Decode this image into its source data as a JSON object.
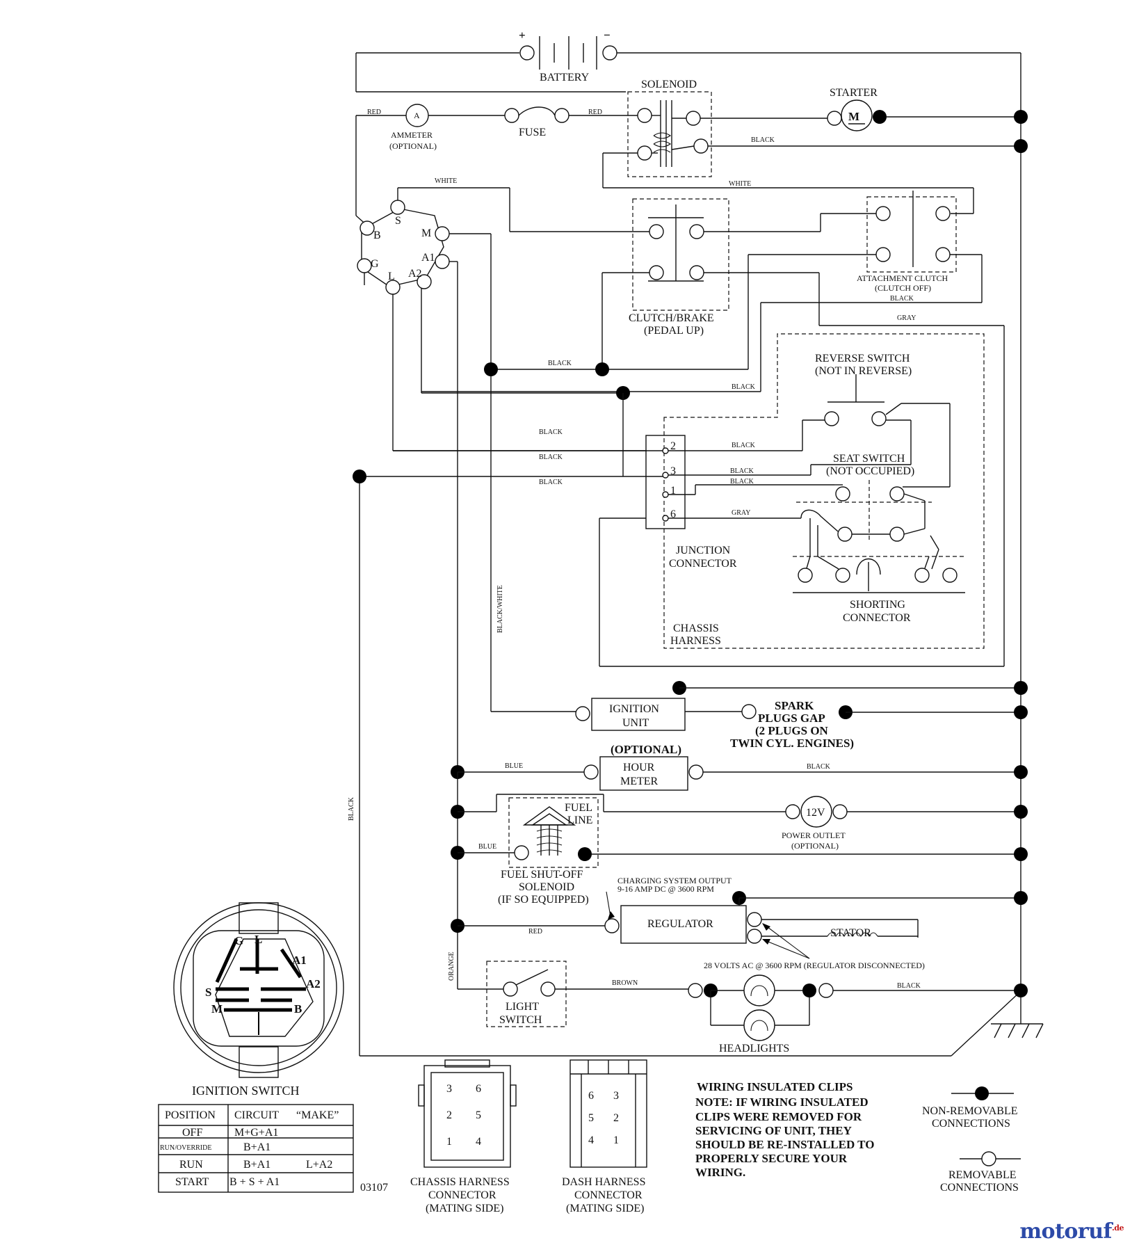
{
  "labels": {
    "battery": "BATTERY",
    "battery_pos": "+",
    "battery_neg": "−",
    "solenoid": "SOLENOID",
    "starter": "STARTER",
    "starter_m": "M",
    "ammeter_a": "A",
    "ammeter_1": "AMMETER",
    "ammeter_2": "(OPTIONAL)",
    "fuse": "FUSE",
    "clutch_1": "CLUTCH/BRAKE",
    "clutch_2": "(PEDAL UP)",
    "attach_1": "ATTACHMENT CLUTCH",
    "attach_2": "(CLUTCH OFF)",
    "reverse_1": "REVERSE SWITCH",
    "reverse_2": "(NOT IN REVERSE)",
    "seat_1": "SEAT SWITCH",
    "seat_2": "(NOT OCCUPIED)",
    "junction_1": "JUNCTION",
    "junction_2": "CONNECTOR",
    "shorting_1": "SHORTING",
    "shorting_2": "CONNECTOR",
    "chassis_1": "CHASSIS",
    "chassis_2": "HARNESS",
    "ignition_1": "IGNITION",
    "ignition_2": "UNIT",
    "spark_1": "SPARK",
    "spark_2": "PLUGS GAP",
    "spark_3": "(2 PLUGS ON",
    "spark_4": "TWIN CYL. ENGINES)",
    "optional": "(OPTIONAL)",
    "hour_1": "HOUR",
    "hour_2": "METER",
    "fuel_line_1": "FUEL",
    "fuel_line_2": "LINE",
    "power_12v": "12V",
    "power_1": "POWER OUTLET",
    "power_2": "(OPTIONAL)",
    "fuel_sol_1": "FUEL SHUT-OFF",
    "fuel_sol_2": "SOLENOID",
    "fuel_sol_3": "(IF SO EQUIPPED)",
    "charging_1": "CHARGING SYSTEM OUTPUT",
    "charging_2": "9-16 AMP DC @ 3600 RPM",
    "regulator": "REGULATOR",
    "stator": "STATOR",
    "volts": "28 VOLTS AC @ 3600 RPM (REGULATOR DISCONNECTED)",
    "light_1": "LIGHT",
    "light_2": "SWITCH",
    "headlights": "HEADLIGHTS",
    "ign_switch": "IGNITION SWITCH",
    "code": "03107",
    "chassis_conn_1": "CHASSIS HARNESS",
    "chassis_conn_2": "CONNECTOR",
    "chassis_conn_3": "(MATING SIDE)",
    "dash_conn_1": "DASH HARNESS",
    "dash_conn_2": "CONNECTOR",
    "dash_conn_3": "(MATING SIDE)",
    "clips_title": "WIRING INSULATED CLIPS",
    "clips_1": "NOTE:  IF WIRING INSULATED",
    "clips_2": "CLIPS WERE REMOVED FOR",
    "clips_3": "SERVICING OF UNIT, THEY",
    "clips_4": "SHOULD BE RE-INSTALLED TO",
    "clips_5": "PROPERLY SECURE YOUR",
    "clips_6": " WIRING.",
    "nonrem_1": "NON-REMOVABLE",
    "nonrem_2": "CONNECTIONS",
    "rem_1": "REMOVABLE",
    "rem_2": "CONNECTIONS",
    "logo": "motoruf",
    "logo_tld": ".de"
  },
  "ignition_terminals": [
    "S",
    "B",
    "M",
    "A1",
    "G",
    "L",
    "A2"
  ],
  "switch_face": [
    "G",
    "L",
    "A1",
    "S",
    "A2",
    "M",
    "B"
  ],
  "junction_pins": [
    "2",
    "3",
    "1",
    "6"
  ],
  "chassis_pins": [
    "3",
    "6",
    "2",
    "5",
    "1",
    "4"
  ],
  "dash_pins": [
    "6",
    "3",
    "5",
    "2",
    "4",
    "1"
  ],
  "wires": {
    "red1": "RED",
    "red2": "RED",
    "red3": "RED",
    "black_sol": "BLACK",
    "white1": "WHITE",
    "white2": "WHITE",
    "black_clutch": "BLACK",
    "gray1": "GRAY",
    "black_attach": "BLACK",
    "black_rev": "BLACK",
    "black_j1": "BLACK",
    "black_j2": "BLACK",
    "black_j3": "BLACK",
    "black_p2": "BLACK",
    "black_p3": "BLACK",
    "black_p1": "BLACK",
    "gray_p6": "GRAY",
    "black_white": "BLACK/WHITE",
    "blue1": "BLUE",
    "black_hour": "BLACK",
    "blue2": "BLUE",
    "orange": "ORANGE",
    "brown": "BROWN",
    "black_head": "BLACK",
    "black_left": "BLACK"
  },
  "table": {
    "headers": [
      "POSITION",
      "CIRCUIT",
      "“MAKE”"
    ],
    "rows": [
      [
        "OFF",
        "M+G+A1",
        ""
      ],
      [
        "RUN/OVERRIDE",
        "B+A1",
        ""
      ],
      [
        "RUN",
        "B+A1",
        "L+A2"
      ],
      [
        "START",
        "B + S + A1",
        ""
      ]
    ]
  }
}
